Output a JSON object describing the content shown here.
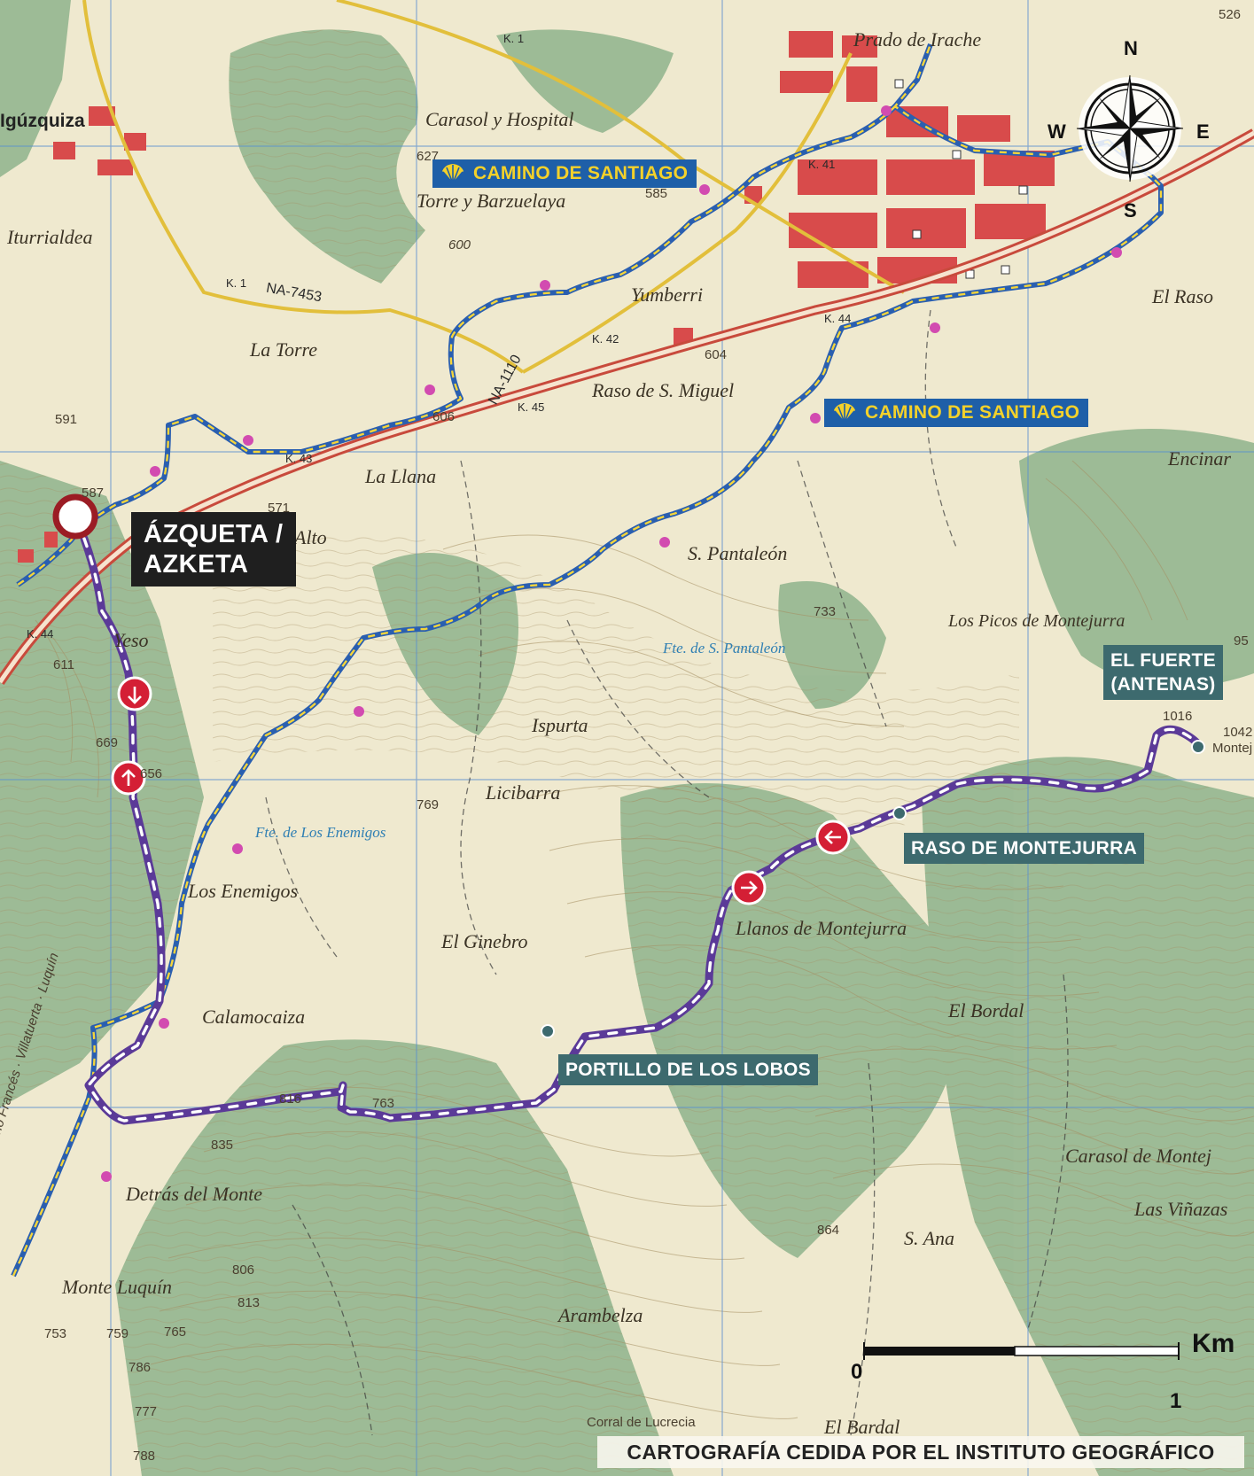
{
  "start": {
    "line1": "ÁZQUETA /",
    "line2": "AZKETA"
  },
  "camino": {
    "label_1": "CAMINO DE SANTIAGO",
    "label_2": "CAMINO DE SANTIAGO"
  },
  "waypoints": {
    "el_fuerte_1": "EL FUERTE",
    "el_fuerte_2": "(ANTENAS)",
    "raso": "RASO DE MONTEJURRA",
    "portillo": "PORTILLO DE LOS LOBOS"
  },
  "compass": {
    "n": "N",
    "s": "S",
    "e": "E",
    "w": "W"
  },
  "scale": {
    "zero": "0",
    "one": "1",
    "unit": "Km"
  },
  "credit": "CARTOGRAFÍA CEDIDA POR EL INSTITUTO GEOGRÁFICO NACIONAL",
  "colors": {
    "route": "#5b3a98",
    "camino_line": "#2a5fb0",
    "camino_dash": "#f5d53a",
    "forest": "#8fb38c",
    "meadow": "#efe9cf",
    "grid": "#5a8fd0",
    "town": "#d84b4b"
  },
  "places": {
    "prado": "Prado de Irache",
    "carasol_hospital": "Carasol y Hospital",
    "torre_barzuelaya": "Torre y Barzuelaya",
    "iturrialdea": "Iturrialdea",
    "igzquiza": "Igúzquiza",
    "yumberri": "Yumberri",
    "la_torre": "La Torre",
    "raso_miguel": "Raso de S. Miguel",
    "el_raso": "El Raso",
    "encinar": "Encinar",
    "la_llana": "La Llana",
    "alto": "Alto",
    "s_pantaleon": "S. Pantaleón",
    "fte_pantaleon": "Fte. de S. Pantaleón",
    "picos": "Los Picos de Montejurra",
    "yeso": "Yeso",
    "ispurta": "Ispurta",
    "licibarra": "Licibarra",
    "fte_enemigos": "Fte. de Los Enemigos",
    "enemigos": "Los Enemigos",
    "ginebro": "El Ginebro",
    "llanos": "Llanos de Montejurra",
    "bordal": "El Bordal",
    "calamocaiza": "Calamocaiza",
    "detras": "Detrás del Monte",
    "carasol_montej": "Carasol de Montej",
    "vinazas": "Las Viñazas",
    "s_ana": "S. Ana",
    "monte_luquin": "Monte Luquín",
    "arambelza": "Arambelza",
    "corral": "Corral de Lucrecia",
    "el_bardal": "El Bardal",
    "camino_frances": "amino Francés · Villatuerta · Luquín",
    "montej_side": "Montej"
  },
  "roads": {
    "na7453": "NA-7453",
    "na1110": "NA-1110",
    "k1a": "K. 1",
    "k1b": "K. 1",
    "k41": "K. 41",
    "k42": "K. 42",
    "k43": "K. 43",
    "k44a": "K. 44",
    "k44b": "K. 44",
    "k45": "K. 45"
  },
  "spots": {
    "s627": "627",
    "s585": "585",
    "s600": "600",
    "s604": "604",
    "s606": "606",
    "s591": "591",
    "s587": "587",
    "s571": "571",
    "s611": "611",
    "s669": "669",
    "s656": "656",
    "s733": "733",
    "s769": "769",
    "s816": "816",
    "s763": "763",
    "s835": "835",
    "s806": "806",
    "s813": "813",
    "s864": "864",
    "s753": "753",
    "s759": "759",
    "s765": "765",
    "s786": "786",
    "s777": "777",
    "s788": "788",
    "s526": "526",
    "s1042": "1042",
    "s1016": "1016",
    "s95": "95"
  }
}
